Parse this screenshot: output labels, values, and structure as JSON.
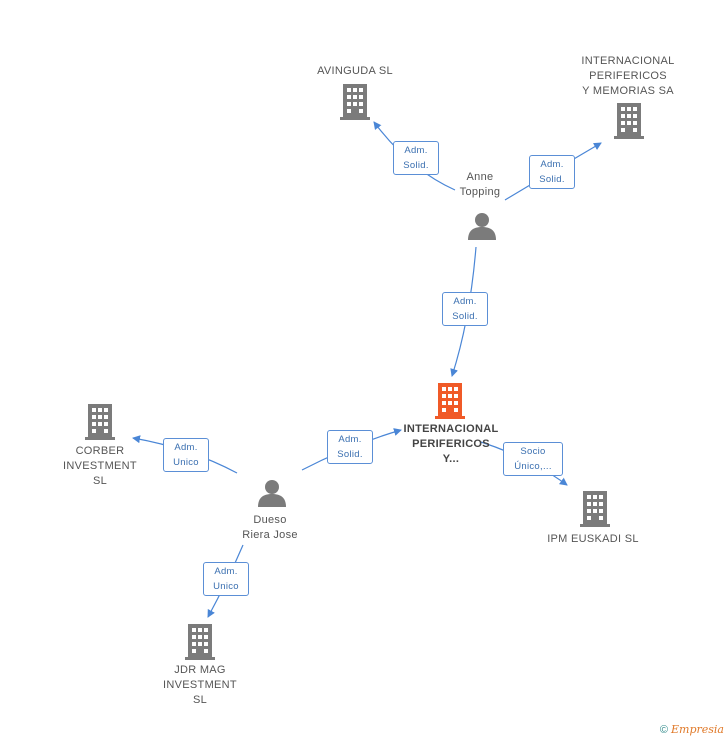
{
  "colors": {
    "edge": "#4a86d6",
    "node": "#7b7b7b",
    "center": "#f05a28"
  },
  "nodes": {
    "avinguda": "AVINGUDA SL",
    "internacional_sa": [
      "INTERNACIONAL",
      "PERIFERICOS",
      "Y MEMORIAS SA"
    ],
    "anne": [
      "Anne",
      "Topping"
    ],
    "center": [
      "INTERNACIONAL",
      "PERIFERICOS",
      "Y..."
    ],
    "corber": [
      "CORBER",
      "INVESTMENT",
      "SL"
    ],
    "dueso": [
      "Dueso",
      "Riera Jose"
    ],
    "ipm": "IPM EUSKADI SL",
    "jdr": [
      "JDR MAG",
      "INVESTMENT",
      "SL"
    ]
  },
  "edges": {
    "anne_avinguda": [
      "Adm.",
      "Solid."
    ],
    "anne_internacional": [
      "Adm.",
      "Solid."
    ],
    "anne_center": [
      "Adm.",
      "Solid."
    ],
    "dueso_center": [
      "Adm.",
      "Solid."
    ],
    "dueso_corber": [
      "Adm.",
      "Unico"
    ],
    "center_ipm": [
      "Socio",
      "Único,..."
    ],
    "dueso_jdr": [
      "Adm.",
      "Unico"
    ]
  },
  "footer": {
    "copyright": "©",
    "brand": "Empresia"
  }
}
